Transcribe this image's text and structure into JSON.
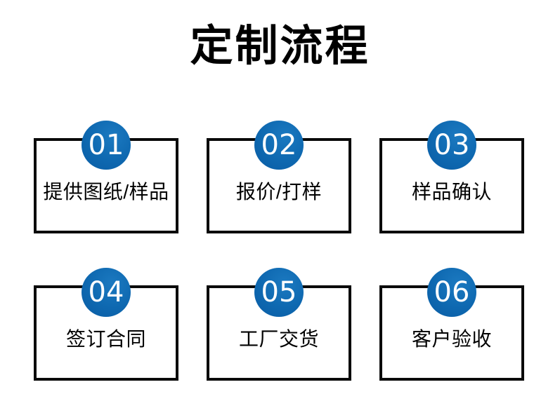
{
  "page": {
    "title": "定制流程",
    "background": "#ffffff"
  },
  "colors": {
    "badge_blue": "#0e68b0",
    "badge_blue_light": "#1b79c0",
    "badge_blue_dark": "#0a5ca4",
    "box_border": "#0a0a0a",
    "text": "#000000",
    "number_text": "#ffffff"
  },
  "steps": [
    {
      "number": "01",
      "label": "提供图纸/样品"
    },
    {
      "number": "02",
      "label": "报价/打样"
    },
    {
      "number": "03",
      "label": "样品确认"
    },
    {
      "number": "04",
      "label": "签订合同"
    },
    {
      "number": "05",
      "label": "工厂交货"
    },
    {
      "number": "06",
      "label": "客户验收"
    }
  ]
}
